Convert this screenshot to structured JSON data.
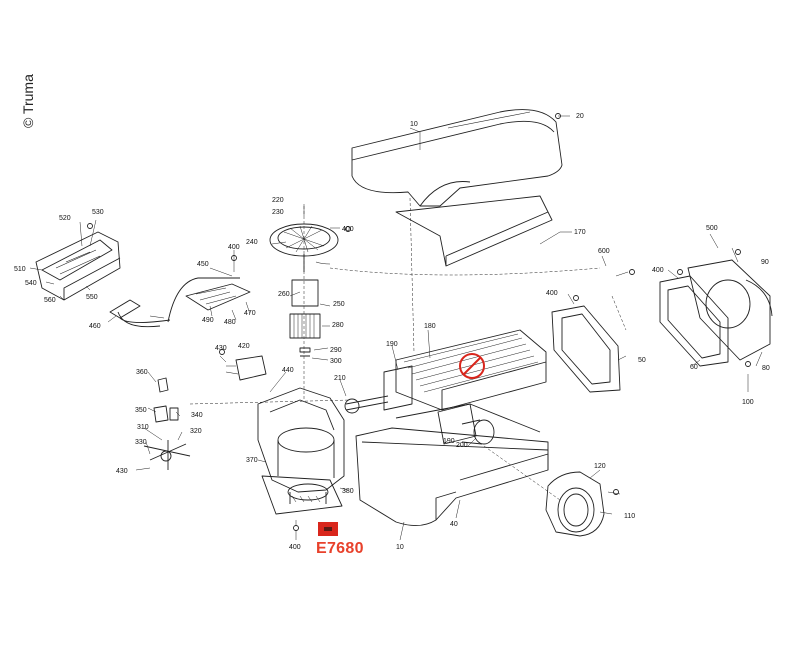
{
  "copyright": "© Truma",
  "diagram_code": "E7680",
  "colors": {
    "code": "#e8412b",
    "marker": "#d9261c",
    "line": "#222222",
    "no_symbol": "#d9261c"
  },
  "parts": [
    "10",
    "20",
    "40",
    "50",
    "60",
    "80",
    "90",
    "100",
    "110",
    "120",
    "170",
    "180",
    "190",
    "200",
    "210",
    "220",
    "230",
    "240",
    "250",
    "260",
    "280",
    "290",
    "300",
    "310",
    "320",
    "330",
    "340",
    "350",
    "360",
    "370",
    "380",
    "400",
    "420",
    "430",
    "440",
    "450",
    "460",
    "470",
    "480",
    "490",
    "500",
    "510",
    "520",
    "530",
    "540",
    "550",
    "560",
    "600"
  ],
  "callouts": {
    "p10a": "10",
    "p20": "20",
    "p170": "170",
    "p220": "220",
    "p230": "230",
    "p400a": "400",
    "p240": "240",
    "p400b": "400",
    "p450": "450",
    "p520": "520",
    "p530": "530",
    "p510": "510",
    "p540": "540",
    "p560": "560",
    "p550": "550",
    "p460": "460",
    "p260": "260",
    "p250": "250",
    "p490": "490",
    "p480": "480",
    "p470": "470",
    "p280": "280",
    "p290": "290",
    "p300": "300",
    "p430a": "430",
    "p420": "420",
    "p440": "440",
    "p360": "360",
    "p350": "350",
    "p340": "340",
    "p310": "310",
    "p320": "320",
    "p330": "330",
    "p430b": "430",
    "p370": "370",
    "p380": "380",
    "p400c": "400",
    "p210": "210",
    "p190a": "190",
    "p180": "180",
    "p190b": "190",
    "p200": "200",
    "p40": "40",
    "p10b": "10",
    "p120": "120",
    "p110": "110",
    "p500": "500",
    "p90": "90",
    "p400d": "400",
    "p600": "600",
    "p400e": "400",
    "p50": "50",
    "p60": "60",
    "p80": "80",
    "p100": "100"
  }
}
